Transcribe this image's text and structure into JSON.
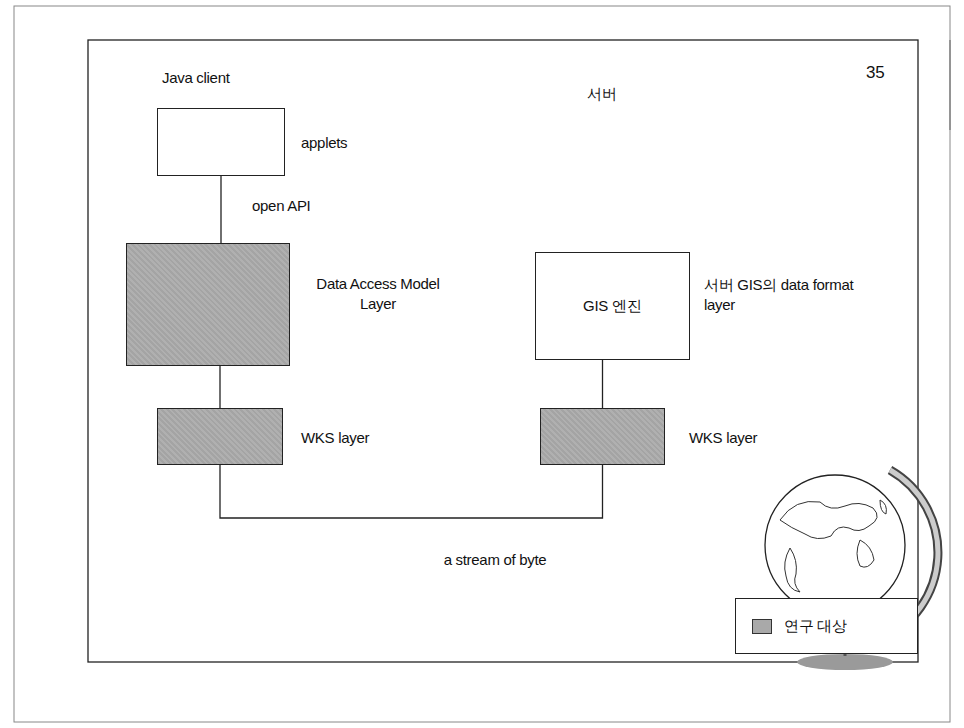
{
  "diagram": {
    "nodes": [
      {
        "text": [
          "applets"
        ]
      },
      {
        "text": [
          "Data Access Model Layer"
        ]
      },
      {
        "text": [
          "WKS layer"
        ]
      },
      {
        "text": [
          "GIS 엔진",
          "서버 GIS의 data format layer"
        ]
      },
      {
        "text": [
          "WKS layer"
        ]
      }
    ],
    "edges": [
      {
        "from": 0,
        "to": 1,
        "arrow": "none",
        "label": "open API"
      },
      {
        "from": 1,
        "to": 2,
        "arrow": "none"
      },
      {
        "from": 3,
        "to": 4,
        "arrow": "none"
      },
      {
        "from": 2,
        "to": 4,
        "arrow": "none",
        "label": "a stream of byte"
      }
    ],
    "labels": [
      "35",
      "Java client",
      "서버"
    ],
    "legend": [
      {
        "text": "연구 대상",
        "color": "#a9a9a9"
      }
    ]
  }
}
